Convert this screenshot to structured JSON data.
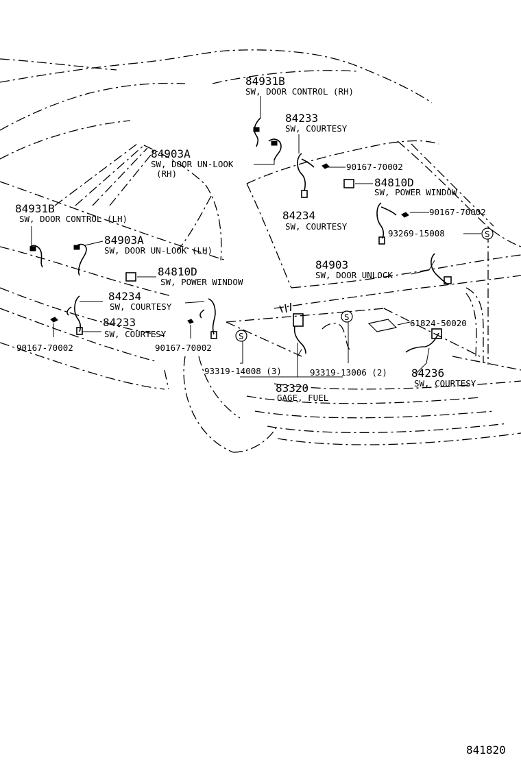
{
  "labels": {
    "p84931B_rh_num": "84931B",
    "p84931B_rh_txt": "SW, DOOR CONTROL (RH)",
    "p84233_rh_num": "84233",
    "p84233_rh_txt": "SW, COURTESY",
    "p84903A_rh_num": "84903A",
    "p84903A_rh_txt1": "SW, DOOR UN-LOOK",
    "p84903A_rh_txt2": "(RH)",
    "p90167_rh1": "90167-70002",
    "p84810D_rh_num": "84810D",
    "p84810D_rh_txt": "SW, POWER WINDOW",
    "p84234_rh_num": "84234",
    "p84234_rh_txt": "SW, COURTESY",
    "p90167_rh2": "90167-70002",
    "p93269": "93269-15008",
    "p84931B_lh_num": "84931B",
    "p84931B_lh_txt": "SW, DOOR CONTROL (LH)",
    "p84903A_lh_num": "84903A",
    "p84903A_lh_txt": "SW, DOOR UN-LOOK (LH)",
    "p84810D_lh_num": "84810D",
    "p84810D_lh_txt": "SW, POWER WINDOW",
    "p84903_num": "84903",
    "p84903_txt": "SW, DOOR UNLOCK",
    "p84234_lh_num": "84234",
    "p84234_lh_txt": "SW, COURTESY",
    "p84233_lh_num": "84233",
    "p84233_lh_txt": "SW, COURTESY",
    "p61824": "61824-50020",
    "p90167_lh1": "90167-70002",
    "p90167_lh2": "90167-70002",
    "p93319_14008": "93319-14008 (3)",
    "p93319_13006": "93319-13006 (2)",
    "p84236_num": "84236",
    "p84236_txt": "SW, COURTESY",
    "p83320_num": "83320",
    "p83320_txt": "GAGE, FUEL",
    "figure_id": "841820"
  },
  "symbols": {
    "screw_mark": "S"
  }
}
